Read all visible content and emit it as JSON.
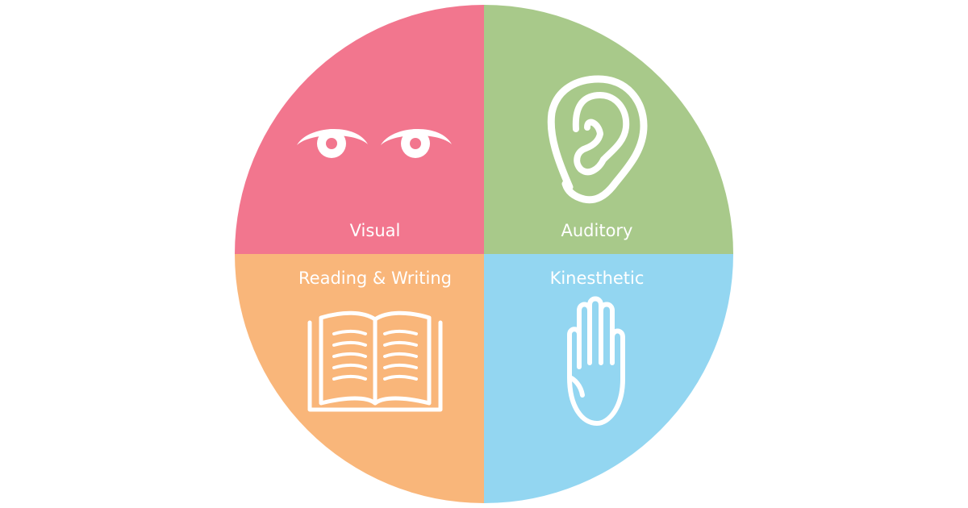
{
  "quadrants": {
    "visual": {
      "label": "Visual",
      "color": "#f2768e",
      "icon": "eyes-icon"
    },
    "auditory": {
      "label": "Auditory",
      "color": "#a8c98a",
      "icon": "ear-icon"
    },
    "reading_writing": {
      "label": "Reading & Writing",
      "color": "#f9b67a",
      "icon": "open-book-icon"
    },
    "kinesthetic": {
      "label": "Kinesthetic",
      "color": "#93d6f1",
      "icon": "hand-icon"
    }
  }
}
